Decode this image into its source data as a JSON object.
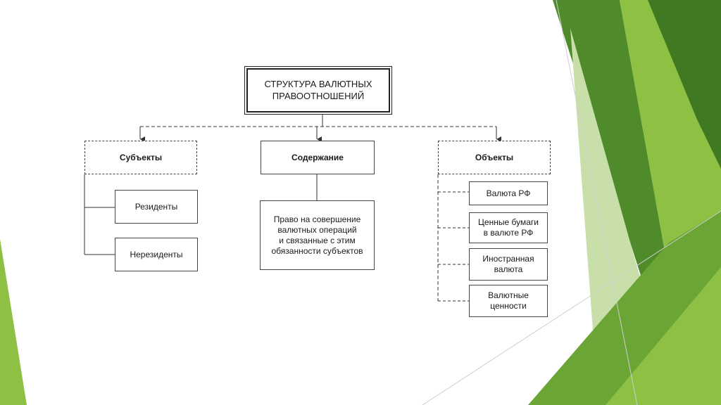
{
  "diagram": {
    "root": {
      "label": "СТРУКТУРА ВАЛЮТНЫХ\nПРАВООТНОШЕНИЙ"
    },
    "subjects": {
      "label": "Субъекты",
      "children": [
        "Резиденты",
        "Нерезиденты"
      ]
    },
    "content": {
      "label": "Содержание",
      "child": "Право на совершение\nвалютных операций\nи связанные с этим\nобязанности субъектов"
    },
    "objects": {
      "label": "Объекты",
      "children": [
        "Валюта РФ",
        "Ценные бумаги\nв валюте РФ",
        "Иностранная\nвалюта",
        "Валютные\nценности"
      ]
    }
  },
  "colors": {
    "green_dark": "#4f8a2b",
    "green_mid": "#6aa535",
    "green_light": "#8dc043",
    "green_pale": "#c9dfa9",
    "line": "#333333"
  }
}
